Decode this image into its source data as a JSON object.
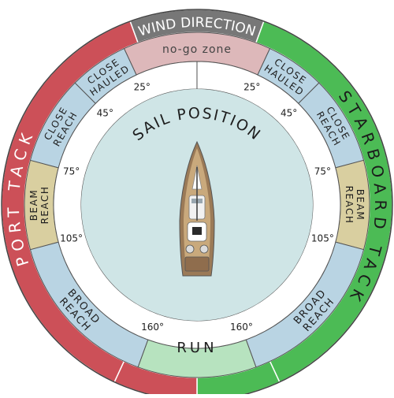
{
  "title": "WIND DIRECTION",
  "no_go": "no-go zone",
  "center_title": "SAIL POSITION",
  "tacks": {
    "port": "PORT TACK",
    "starboard": "STARBOARD TACK"
  },
  "zones": {
    "close_hauled": [
      "CLOSE",
      "HAULED"
    ],
    "close_reach": [
      "CLOSE",
      "REACH"
    ],
    "beam_reach": [
      "BEAM",
      "REACH"
    ],
    "broad_reach": [
      "BROAD",
      "REACH"
    ],
    "run": "RUN"
  },
  "angles": {
    "a25": "25°",
    "a45": "45°",
    "a75": "75°",
    "a105": "105°",
    "a160": "160°"
  },
  "colors": {
    "port": "#cc5058",
    "starboard": "#4cbb55",
    "wind": "#777777",
    "no_go": "#ddb8ba",
    "close": "#b9d4e3",
    "beam": "#d9cfa0",
    "run": "#b7e3bf",
    "center": "#cfe5e6"
  }
}
